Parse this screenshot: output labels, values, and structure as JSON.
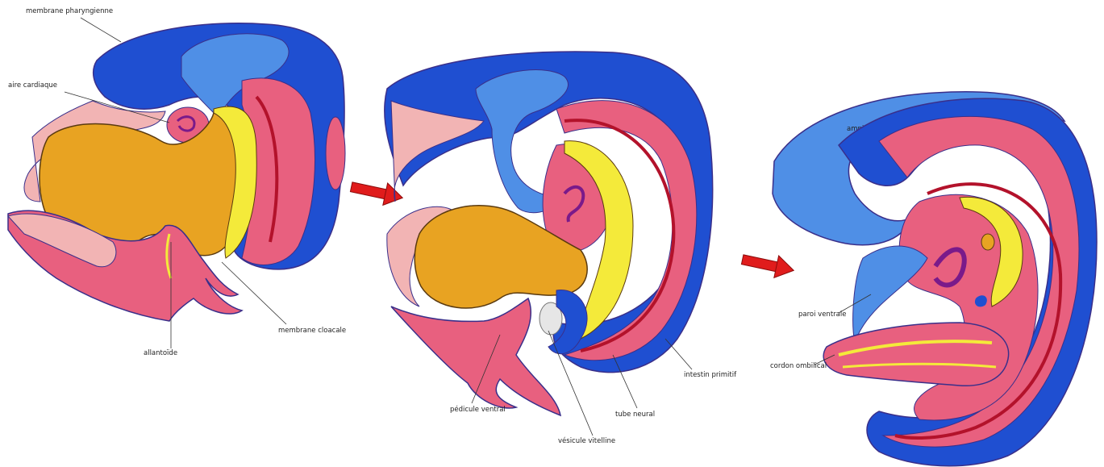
{
  "colors": {
    "ectoderm_dark": "#1f4fd1",
    "ectoderm_light": "#4f8fe6",
    "mesoderm": "#e8607f",
    "endoderm": "#f4ea3a",
    "yolk": "#e8a322",
    "amnion_pink": "#f2b4b4",
    "arrow": "#e01c1c",
    "outline": "#3a2f8a"
  },
  "stages": [
    {
      "name": "stage-1",
      "labels": {
        "membrane_pharyngienne": "membrane pharyngienne",
        "aire_cardiaque": "aire cardiaque",
        "allantoide": "allantoïde",
        "membrane_cloacale": "membrane cloacale"
      }
    },
    {
      "name": "stage-2",
      "labels": {
        "pedicule_ventral": "pédicule ventral",
        "vesicule_vitelline": "vésicule vitelline",
        "tube_neural": "tube neural",
        "intestin_primitif": "intestin primitif"
      }
    },
    {
      "name": "stage-3",
      "labels": {
        "paroi_ventrale": "paroi ventrale",
        "cordon_ombilical": "cordon ombilical",
        "amnios": "amnios"
      }
    }
  ],
  "arrows": [
    "arrow-1-to-2",
    "arrow-2-to-3"
  ]
}
